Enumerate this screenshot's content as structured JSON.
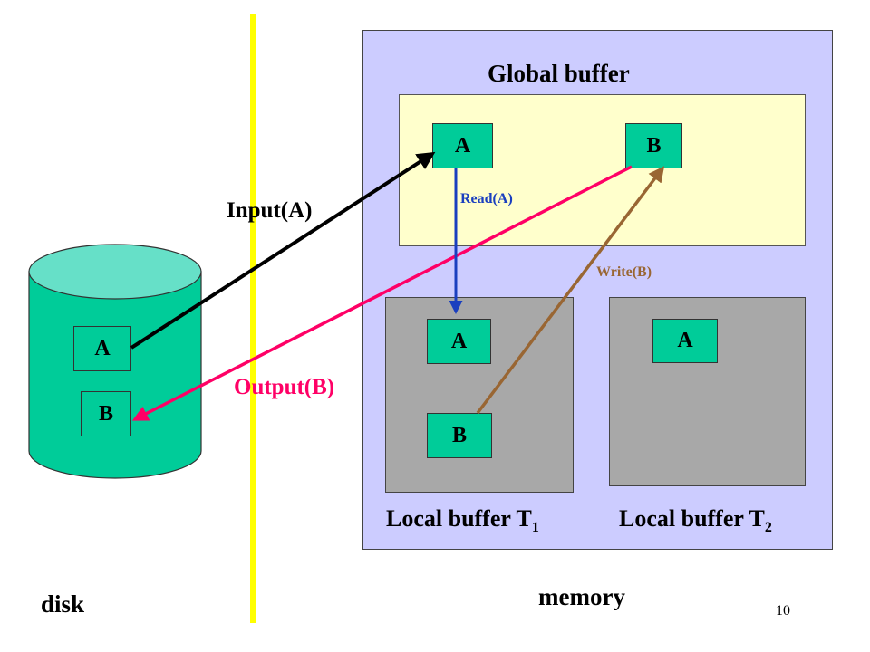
{
  "labels": {
    "global_buffer": "Global buffer",
    "local_buffer_t1": "Local buffer T",
    "local_buffer_t1_sub": "1",
    "local_buffer_t2": "Local buffer T",
    "local_buffer_t2_sub": "2",
    "disk": "disk",
    "memory": "memory",
    "page_number": "10"
  },
  "blocks": {
    "global_a": "A",
    "global_b": "B",
    "local1_a": "A",
    "local1_b": "B",
    "local2_a": "A",
    "disk_a": "A",
    "disk_b": "B"
  },
  "arrows": {
    "input": "Input(A)",
    "output": "Output(B)",
    "read": "Read(A)",
    "write": "Write(B)"
  },
  "colors": {
    "memory_bg": "#ccccff",
    "global_buffer_bg": "#ffffcc",
    "local_buffer_bg": "#a8a8a8",
    "block_fill": "#00cc99",
    "disk_fill": "#00cc99",
    "disk_top": "#66e0c8",
    "divider": "#ffff00",
    "input_arrow": "#000000",
    "output_arrow": "#ff0066",
    "read_arrow": "#1a3fbf",
    "write_arrow": "#996633"
  }
}
